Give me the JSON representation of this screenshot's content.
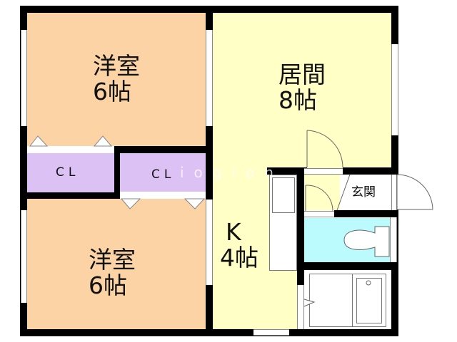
{
  "floor_plan": {
    "rooms": [
      {
        "id": "western-room-upper",
        "name": "洋室",
        "size": "6帖",
        "color": "#fbd3a5"
      },
      {
        "id": "western-room-lower",
        "name": "洋室",
        "size": "6帖",
        "color": "#fbd3a5"
      },
      {
        "id": "living-room",
        "name": "居間",
        "size": "8帖",
        "color": "#ffffc6"
      },
      {
        "id": "kitchen",
        "name": "K",
        "size": "4帖",
        "color": "#ffffc6"
      },
      {
        "id": "closet-left",
        "name": "CL",
        "color": "#dcc1f5"
      },
      {
        "id": "closet-right",
        "name": "CL",
        "color": "#dcc1f5"
      },
      {
        "id": "entrance",
        "name": "玄関",
        "color": "#ffffff"
      },
      {
        "id": "toilet",
        "name": "",
        "color": "#bcfbfd"
      },
      {
        "id": "bathroom",
        "name": "",
        "color": "#ffffff"
      }
    ],
    "watermark": "iogion",
    "colors": {
      "wall": "#000000",
      "western_room": "#fbd3a5",
      "living_kitchen": "#ffffc6",
      "closet": "#dcc1f5",
      "toilet": "#bcfbfd"
    }
  }
}
